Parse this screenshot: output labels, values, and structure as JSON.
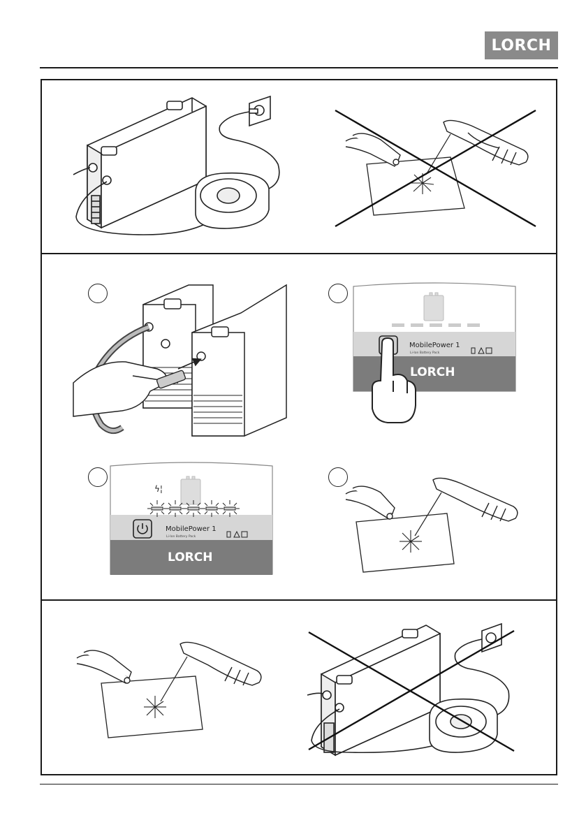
{
  "header": {
    "logo_text": "LORCH"
  },
  "battery_panel": {
    "model_name": "MobilePower 1",
    "subtitle": "Li-Ion Battery Pack",
    "brand": "LORCH"
  },
  "battery_panel_2": {
    "model_name": "MobilePower 1",
    "subtitle": "Li-Ion Battery Pack",
    "brand": "LORCH"
  },
  "icons": {
    "welder": "welder-unit-icon",
    "charger": "charger-icon",
    "clamp": "ground-clamp-icon",
    "electrode_holder": "electrode-holder-icon",
    "power_button": "power-icon",
    "hand": "pointing-hand-icon",
    "prohibited": "cross-out-icon"
  }
}
